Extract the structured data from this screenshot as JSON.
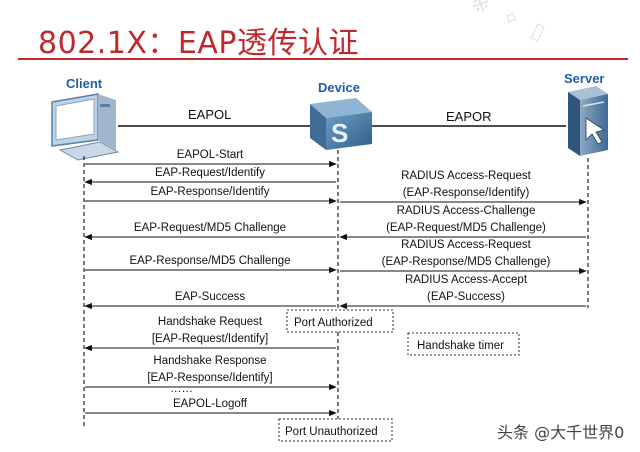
{
  "title": "802.1X：EAP透传认证",
  "actors": {
    "client": "Client",
    "device": "Device",
    "server": "Server"
  },
  "links": {
    "left": "EAPOL",
    "right": "EAPOR"
  },
  "messages_left": [
    {
      "label": "EAPOL-Start",
      "dir": "right"
    },
    {
      "label": "EAP-Request/Identify",
      "dir": "left"
    },
    {
      "label": "EAP-Response/Identify",
      "dir": "right"
    },
    {
      "label": "EAP-Request/MD5 Challenge",
      "dir": "left"
    },
    {
      "label": "EAP-Response/MD5 Challenge",
      "dir": "right"
    },
    {
      "label": "EAP-Success",
      "dir": "left"
    },
    {
      "label": "Handshake Request",
      "label2": "[EAP-Request/Identify]",
      "dir": "left"
    },
    {
      "label": "Handshake Response",
      "label2": "[EAP-Response/Identify]",
      "dir": "right"
    },
    {
      "label": "EAPOL-Logoff",
      "dir": "right"
    }
  ],
  "ellipsis": "……",
  "messages_right": [
    {
      "label": "RADIUS Access-Request",
      "label2": "(EAP-Response/Identify)",
      "dir": "right"
    },
    {
      "label": "RADIUS Access-Challenge",
      "label2": "(EAP-Request/MD5 Challenge)",
      "dir": "left"
    },
    {
      "label": "RADIUS Access-Request",
      "label2": "(EAP-Response/MD5 Challenge)",
      "dir": "right"
    },
    {
      "label": "RADIUS Access-Accept",
      "label2": "(EAP-Success)",
      "dir": "left"
    }
  ],
  "notes": {
    "port_authorized": "Port Authorized",
    "handshake_timer": "Handshake timer",
    "port_unauthorized": "Port Unauthorized"
  },
  "watermark": "头条 @大千世界0",
  "colors": {
    "title": "#c0282c",
    "actor_label": "#1f5fae",
    "device_icon": "#4a7fa8",
    "server_icon": "#3d6a96"
  }
}
